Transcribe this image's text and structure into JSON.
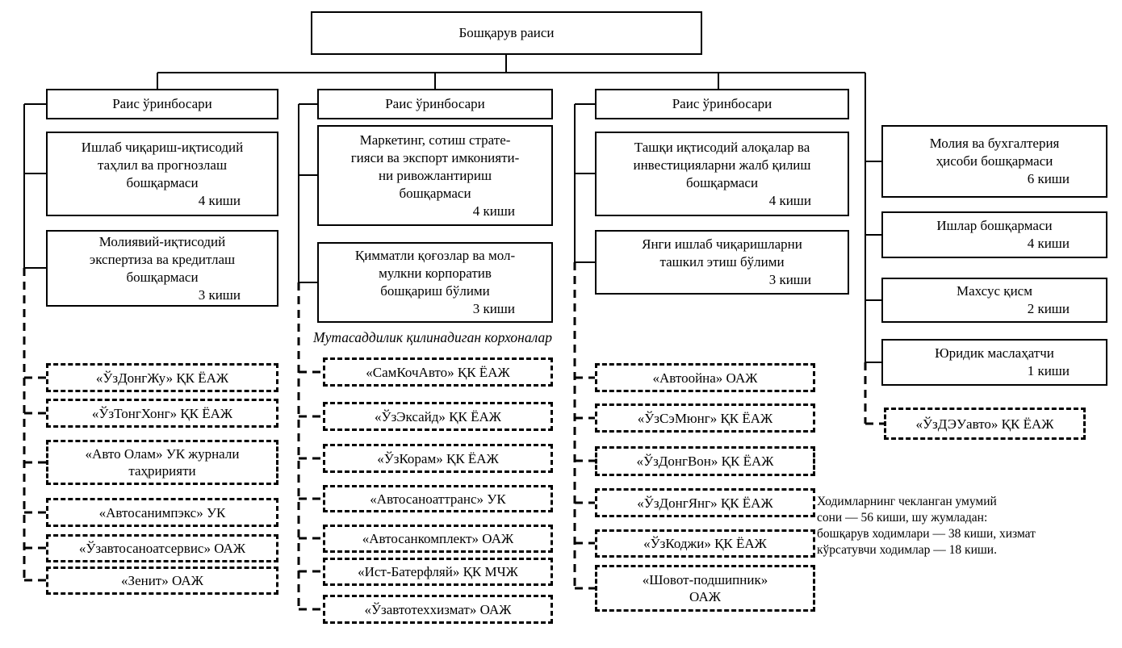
{
  "chairman": "Бошқарув раиси",
  "section_label": "Мутасаддилик қилинадиган корхоналар",
  "deputies": [
    "Раис ўринбосари",
    "Раис ўринбосари",
    "Раис ўринбосари"
  ],
  "columns": [
    {
      "depts": [
        {
          "lines": [
            "Ишлаб чиқариш-иқтисодий",
            "таҳлил ва прогнозлаш",
            "бошқармаси"
          ],
          "count": "4 киши"
        },
        {
          "lines": [
            "Молиявий-иқтисодий",
            "экспертиза ва кредитлаш",
            "бошқармаси"
          ],
          "count": "3 киши"
        }
      ],
      "companies": [
        {
          "lines": [
            "«ЎзДонгЖу» ҚК ЁАЖ"
          ]
        },
        {
          "lines": [
            "«ЎзТонгХонг» ҚК ЁАЖ"
          ]
        },
        {
          "lines": [
            "«Авто Олам» УК журнали",
            "таҳририяти"
          ]
        },
        {
          "lines": [
            "«Автосанимпэкс» УК"
          ]
        },
        {
          "lines": [
            "«Ўзавтосаноатсервис» ОАЖ"
          ]
        },
        {
          "lines": [
            "«Зенит» ОАЖ"
          ]
        }
      ]
    },
    {
      "depts": [
        {
          "lines": [
            "Маркетинг, сотиш страте-",
            "гияси ва экспорт имконияти-",
            "ни ривожлантириш",
            "бошқармаси"
          ],
          "count": "4 киши"
        },
        {
          "lines": [
            "Қимматли қоғозлар ва мол-",
            "мулкни корпоратив",
            "бошқариш бўлими"
          ],
          "count": "3 киши"
        }
      ],
      "companies": [
        {
          "lines": [
            "«СамКочАвто» ҚК ЁАЖ"
          ]
        },
        {
          "lines": [
            "«ЎзЭксайд» ҚК ЁАЖ"
          ]
        },
        {
          "lines": [
            "«ЎзКорам» ҚК ЁАЖ"
          ]
        },
        {
          "lines": [
            "«Автосаноаттранс» УК"
          ]
        },
        {
          "lines": [
            "«Автосанкомплект» ОАЖ"
          ]
        },
        {
          "lines": [
            "«Ист-Батерфляй» ҚК МЧЖ"
          ]
        },
        {
          "lines": [
            "«Ўзавтотеххизмат» ОАЖ"
          ]
        }
      ]
    },
    {
      "depts": [
        {
          "lines": [
            "Ташқи иқтисодий алоқалар ва",
            "инвестицияларни жалб қилиш",
            "бошқармаси"
          ],
          "count": "4 киши"
        },
        {
          "lines": [
            "Янги ишлаб чиқаришларни",
            "ташкил этиш бўлими"
          ],
          "count": "3 киши"
        }
      ],
      "companies": [
        {
          "lines": [
            "«Автоойна» ОАЖ"
          ]
        },
        {
          "lines": [
            "«ЎзСэМюнг» ҚК ЁАЖ"
          ]
        },
        {
          "lines": [
            "«ЎзДонгВон» ҚК ЁАЖ"
          ]
        },
        {
          "lines": [
            "«ЎзДонгЯнг» ҚК ЁАЖ"
          ]
        },
        {
          "lines": [
            "«ЎзКоджи» ҚК ЁАЖ"
          ]
        },
        {
          "lines": [
            "«Шовот-подшипник»",
            "ОАЖ"
          ]
        }
      ]
    },
    {
      "depts": [
        {
          "lines": [
            "Молия ва бухгалтерия",
            "ҳисоби бошқармаси"
          ],
          "count": "6 киши"
        },
        {
          "lines": [
            "Ишлар бошқармаси"
          ],
          "count": "4 киши"
        },
        {
          "lines": [
            "Махсус қисм"
          ],
          "count": "2 киши"
        },
        {
          "lines": [
            "Юридик маслаҳатчи"
          ],
          "count": "1 киши"
        }
      ],
      "companies": [
        {
          "lines": [
            "«ЎзДЭУавто» ҚК ЁАЖ"
          ]
        }
      ]
    }
  ],
  "staff_note": {
    "lines": [
      "Ходимларнинг чекланган умумий",
      "сони — 56 киши, шу жумладан:",
      "бошқарув ходимлари — 38 киши, хизмат",
      "кўрсатувчи ходимлар — 18 киши."
    ]
  },
  "colors": {
    "line": "#000000",
    "background": "#ffffff"
  }
}
